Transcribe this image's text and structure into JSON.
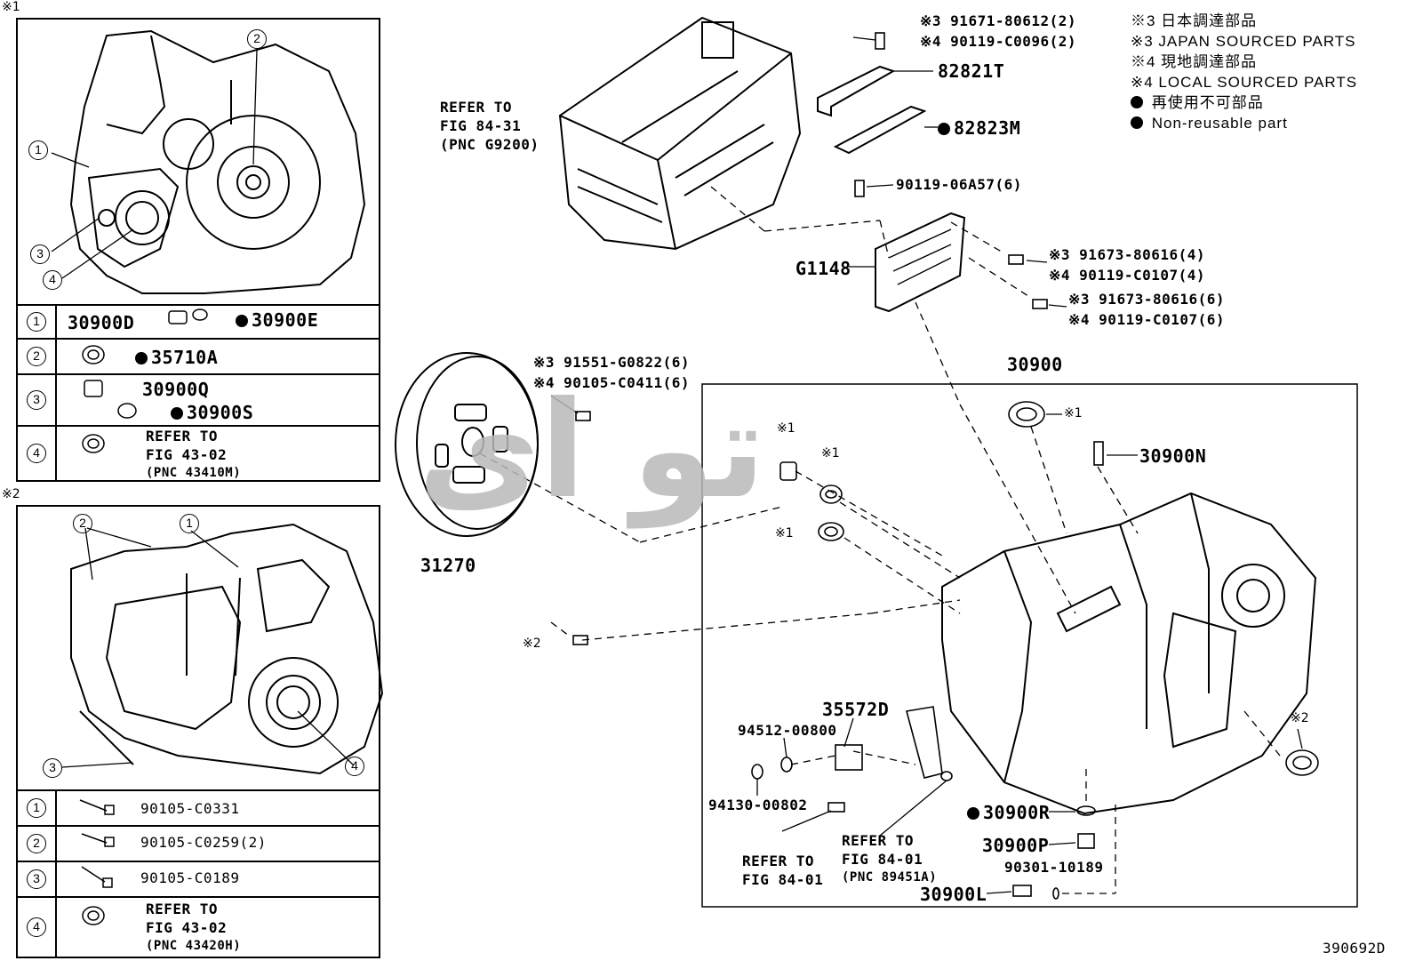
{
  "figure_code": "390692D",
  "watermark": "تو ای",
  "section1": {
    "marker": "※1",
    "callouts": [
      "1",
      "2",
      "3",
      "4"
    ],
    "rows": [
      {
        "num": "1",
        "parts": [
          "30900D",
          "30900E"
        ]
      },
      {
        "num": "2",
        "parts": [
          "35710A"
        ]
      },
      {
        "num": "3",
        "parts": [
          "30900Q",
          "30900S"
        ]
      },
      {
        "num": "4",
        "ref": [
          "REFER TO",
          "FIG 43-02",
          "(PNC 43410M)"
        ]
      }
    ]
  },
  "section2": {
    "marker": "※2",
    "callouts": [
      "2",
      "1",
      "3",
      "4"
    ],
    "rows": [
      {
        "num": "1",
        "part": "90105-C0331"
      },
      {
        "num": "2",
        "part": "90105-C0259(2)"
      },
      {
        "num": "3",
        "part": "90105-C0189"
      },
      {
        "num": "4",
        "ref": [
          "REFER TO",
          "FIG 43-02",
          "(PNC 43420H)"
        ]
      }
    ]
  },
  "legend": [
    "※3 日本調達部品",
    "※3 JAPAN SOURCED PARTS",
    "※4 現地調達部品",
    "※4 LOCAL SOURCED PARTS",
    "再使用不可部品",
    "Non-reusable part"
  ],
  "labels": {
    "top_bolt_1": "※3 91671-80612(2)",
    "top_bolt_2": "※4 90119-C0096(2)",
    "p82821T": "82821T",
    "p82823M": "82823M",
    "p90119_06A57": "90119-06A57(6)",
    "refer_g9200": [
      "REFER TO",
      "FIG 84-31",
      "(PNC G9200)"
    ],
    "g1148": "G1148",
    "g_bolt_a1": "※3 91673-80616(4)",
    "g_bolt_a2": "※4 90119-C0107(4)",
    "g_bolt_b1": "※3 91673-80616(6)",
    "g_bolt_b2": "※4 90119-C0107(6)",
    "p30900": "30900",
    "disc_bolt_1": "※3 91551-G0822(6)",
    "disc_bolt_2": "※4 90105-C0411(6)",
    "p31270": "31270",
    "p30900N": "30900N",
    "mark1": "※1",
    "mark2": "※2",
    "p35572D": "35572D",
    "p94512": "94512-00800",
    "p94130": "94130-00802",
    "refer_84_01_a": [
      "REFER TO",
      "FIG 84-01"
    ],
    "refer_84_01_b": [
      "REFER TO",
      "FIG 84-01",
      "(PNC 89451A)"
    ],
    "p30900R": "30900R",
    "p30900P": "30900P",
    "p90301": "90301-10189",
    "p30900L": "30900L"
  }
}
